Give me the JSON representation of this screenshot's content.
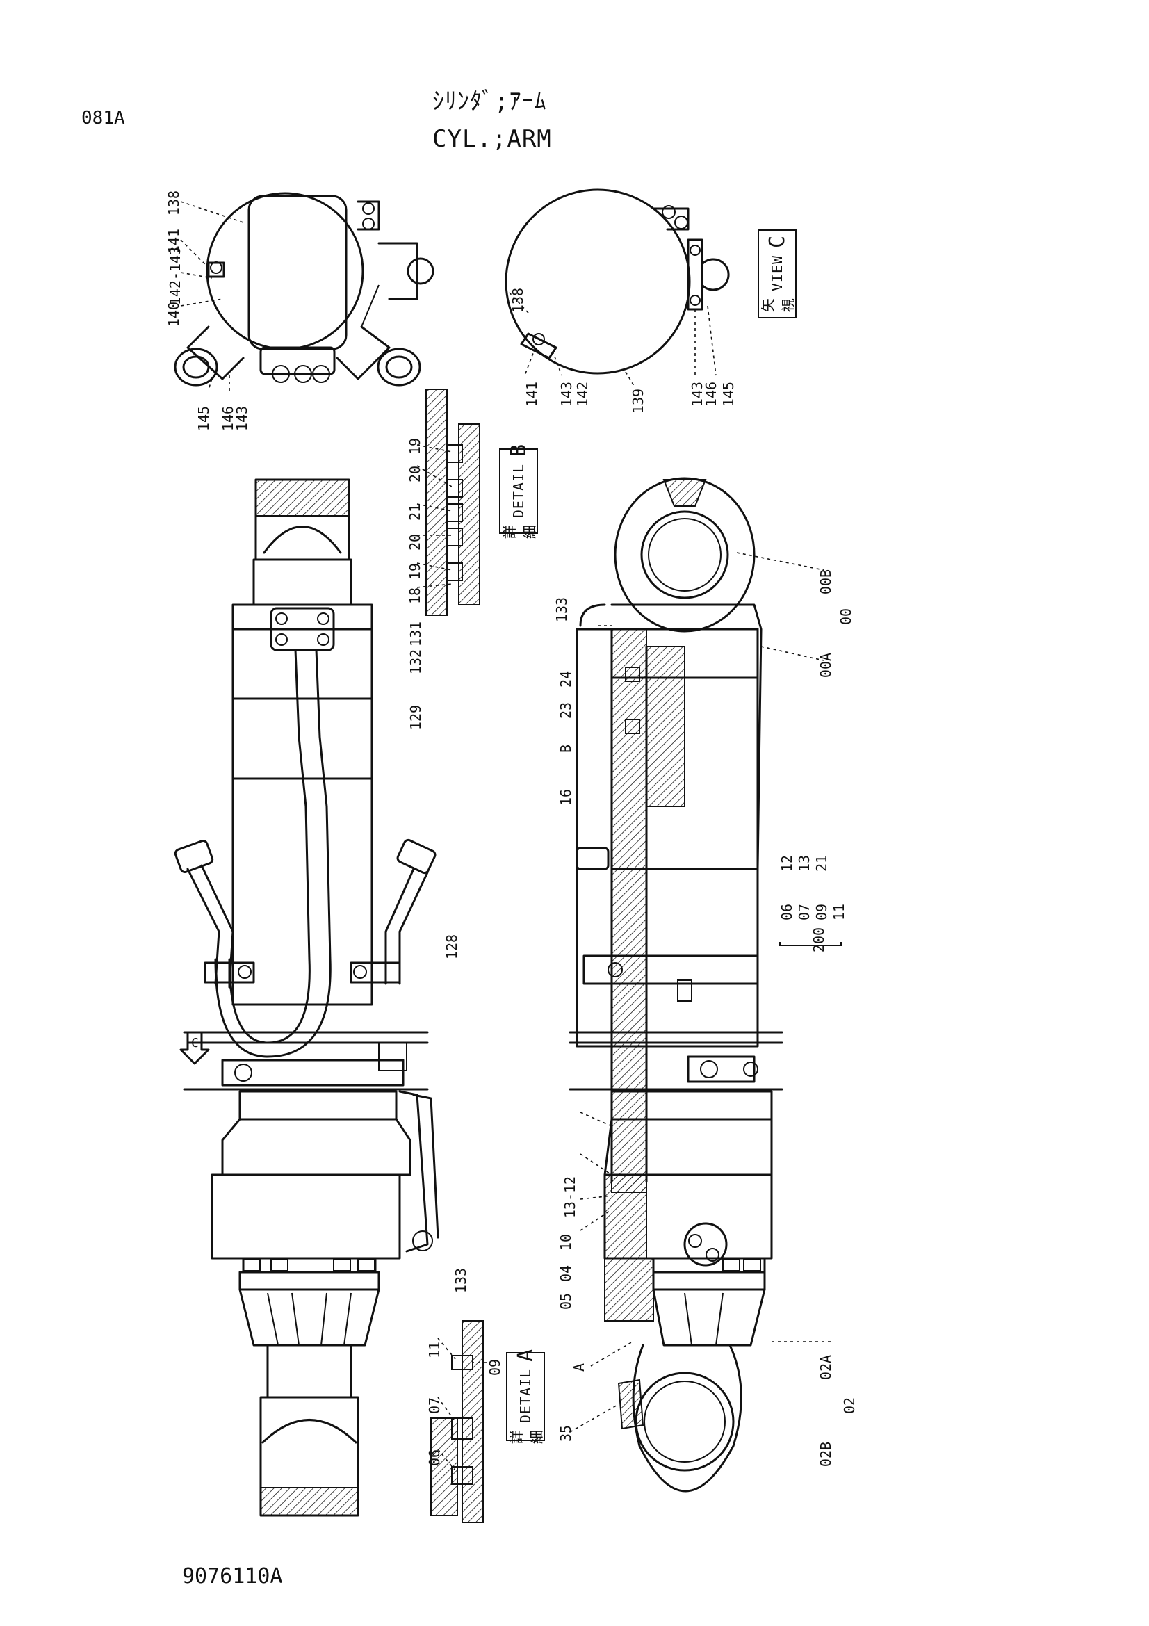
{
  "header": {
    "code": "081A",
    "title_jp": "ｼﾘﾝﾀﾞ;ｱｰﾑ",
    "title_en": "CYL.;ARM"
  },
  "footer": {
    "drawing_no": "9076110A"
  },
  "view_c_box": {
    "jp": "矢 視",
    "en": "VIEW",
    "letter": "C"
  },
  "detail_b_box": {
    "jp": "詳 細",
    "en": "DETAIL",
    "letter": "B"
  },
  "detail_a_box": {
    "jp": "詳 細",
    "en": "DETAIL",
    "letter": "A"
  },
  "arrow_c_label": "C",
  "callouts_topleft": [
    "138",
    "141",
    "142-143",
    "140",
    "145",
    "146",
    "143"
  ],
  "callouts_topright": [
    "138",
    "141",
    "143",
    "142",
    "139",
    "143",
    "146",
    "145"
  ],
  "callouts_detail_b": [
    "19",
    "20",
    "21",
    "20",
    "19",
    "18"
  ],
  "callouts_leftview": [
    "131",
    "132",
    "129",
    "128",
    "133"
  ],
  "callouts_right_view": [
    "133",
    "24",
    "23",
    "B",
    "16",
    "13-12",
    "10",
    "04",
    "05",
    "A",
    "35"
  ],
  "callouts_right_side": [
    "00B",
    "00",
    "00A",
    "02A",
    "02",
    "02B"
  ],
  "callouts_detail_a": [
    "11",
    "09",
    "07",
    "06"
  ],
  "seal_kit": {
    "kit": "200",
    "items": [
      "06",
      "07",
      "09",
      "11",
      "12",
      "13",
      "21"
    ]
  }
}
